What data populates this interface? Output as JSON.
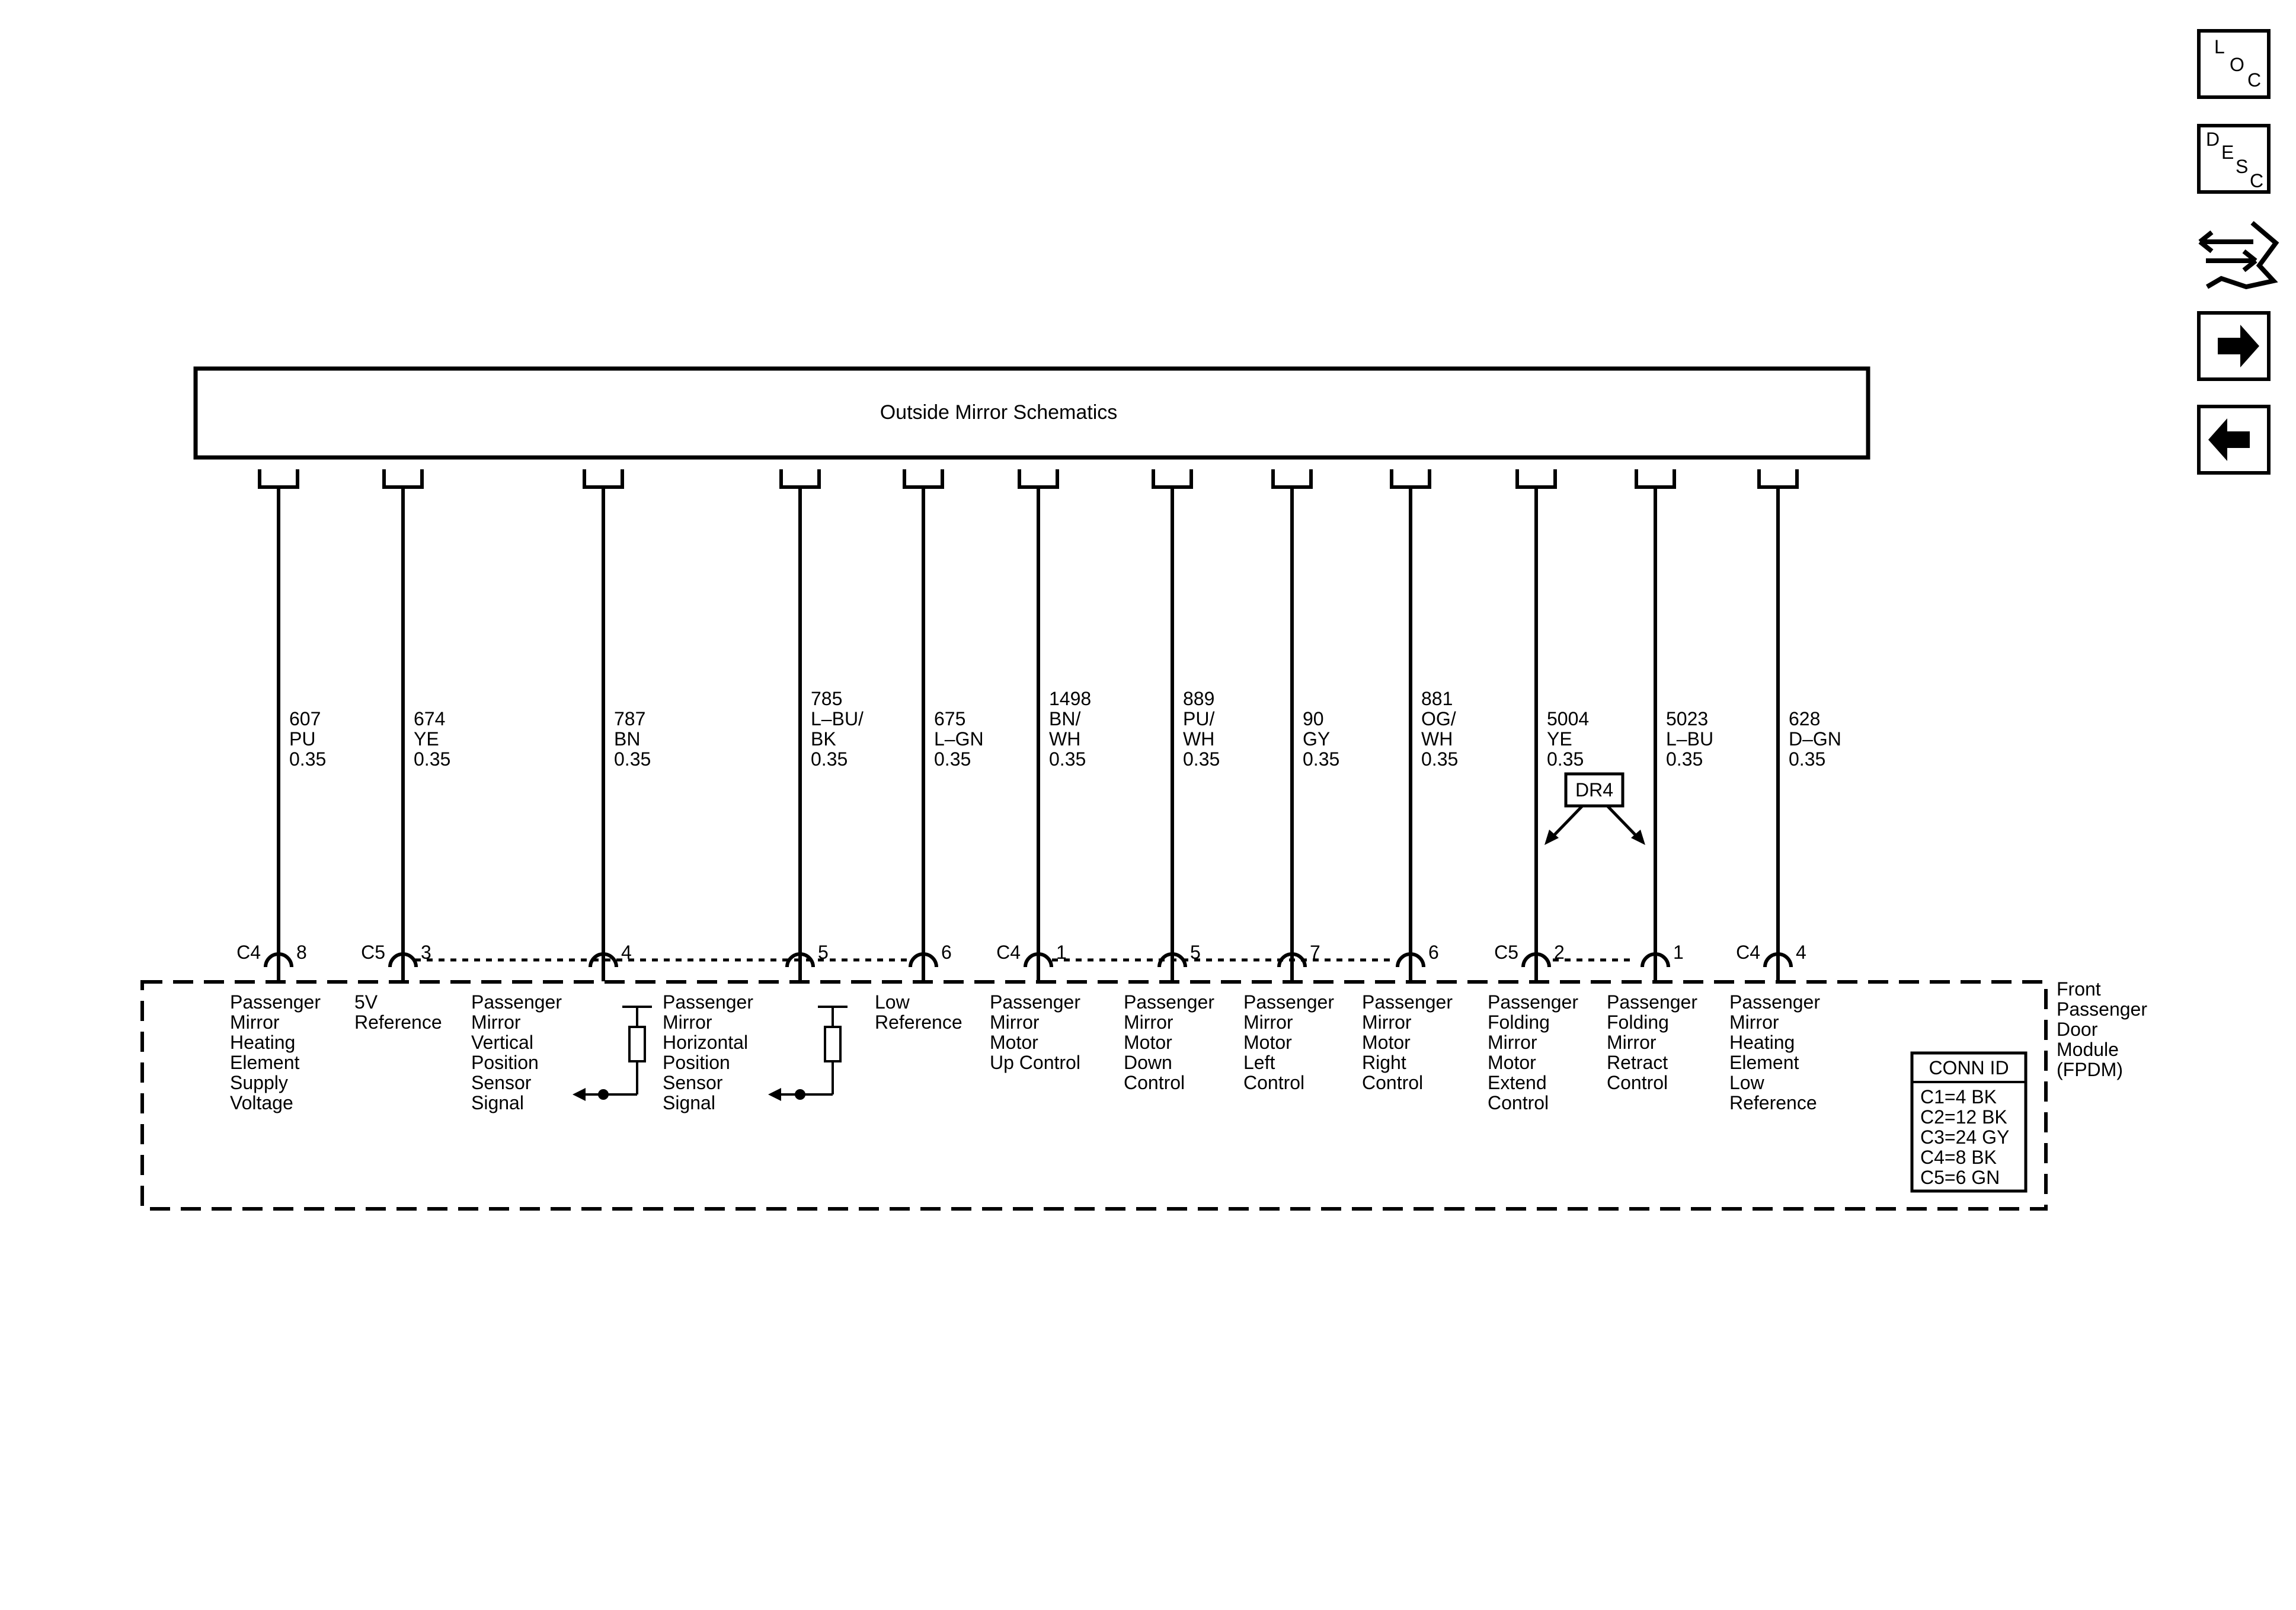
{
  "component": {
    "title": "Outside Mirror Schematics"
  },
  "module": {
    "name_lines": [
      "Front",
      "Passenger",
      "Door",
      "Module",
      "(FPDM)"
    ]
  },
  "conn_table": {
    "title": "CONN ID",
    "rows": [
      "C1=4 BK",
      "C2=12 BK",
      "C3=24 GY",
      "C4=8 BK",
      "C5=6 GN"
    ]
  },
  "option_code": "DR4",
  "nav": {
    "loc_letters": [
      "L",
      "O",
      "C"
    ],
    "desc_letters": [
      "D",
      "E",
      "S",
      "C"
    ],
    "icons": [
      "loc-icon",
      "desc-icon",
      "connector-pinout-icon",
      "next-arrow-icon",
      "previous-arrow-icon"
    ]
  },
  "circuits": [
    {
      "circuit": "607",
      "color_lines": [
        "PU"
      ],
      "gauge": "0.35",
      "connector": "C4",
      "pin": "8",
      "function_lines": [
        "Passenger",
        "Mirror",
        "Heating",
        "Element",
        "Supply",
        "Voltage"
      ]
    },
    {
      "circuit": "674",
      "color_lines": [
        "YE"
      ],
      "gauge": "0.35",
      "connector": "C5",
      "pin": "3",
      "function_lines": [
        "5V",
        "Reference"
      ]
    },
    {
      "circuit": "787",
      "color_lines": [
        "BN"
      ],
      "gauge": "0.35",
      "connector": "",
      "pin": "4",
      "function_lines": [
        "Passenger",
        "Mirror",
        "Vertical",
        "Position",
        "Sensor",
        "Signal"
      ]
    },
    {
      "circuit": "785",
      "color_lines": [
        "L–BU/",
        "BK"
      ],
      "gauge": "0.35",
      "connector": "",
      "pin": "5",
      "function_lines": [
        "Passenger",
        "Mirror",
        "Horizontal",
        "Position",
        "Sensor",
        "Signal"
      ]
    },
    {
      "circuit": "675",
      "color_lines": [
        "L–GN"
      ],
      "gauge": "0.35",
      "connector": "",
      "pin": "6",
      "function_lines": [
        "Low",
        "Reference"
      ]
    },
    {
      "circuit": "1498",
      "color_lines": [
        "BN/",
        "WH"
      ],
      "gauge": "0.35",
      "connector": "C4",
      "pin": "1",
      "function_lines": [
        "Passenger",
        "Mirror",
        "Motor",
        "Up Control"
      ]
    },
    {
      "circuit": "889",
      "color_lines": [
        "PU/",
        "WH"
      ],
      "gauge": "0.35",
      "connector": "",
      "pin": "5",
      "function_lines": [
        "Passenger",
        "Mirror",
        "Motor",
        "Down",
        "Control"
      ]
    },
    {
      "circuit": "90",
      "color_lines": [
        "GY"
      ],
      "gauge": "0.35",
      "connector": "",
      "pin": "7",
      "function_lines": [
        "Passenger",
        "Mirror",
        "Motor",
        "Left",
        "Control"
      ]
    },
    {
      "circuit": "881",
      "color_lines": [
        "OG/",
        "WH"
      ],
      "gauge": "0.35",
      "connector": "",
      "pin": "6",
      "function_lines": [
        "Passenger",
        "Mirror",
        "Motor",
        "Right",
        "Control"
      ]
    },
    {
      "circuit": "5004",
      "color_lines": [
        "YE"
      ],
      "gauge": "0.35",
      "connector": "C5",
      "pin": "2",
      "function_lines": [
        "Passenger",
        "Folding",
        "Mirror",
        "Motor",
        "Extend",
        "Control"
      ]
    },
    {
      "circuit": "5023",
      "color_lines": [
        "L–BU"
      ],
      "gauge": "0.35",
      "connector": "",
      "pin": "1",
      "function_lines": [
        "Passenger",
        "Folding",
        "Mirror",
        "Retract",
        "Control"
      ]
    },
    {
      "circuit": "628",
      "color_lines": [
        "D–GN"
      ],
      "gauge": "0.35",
      "connector": "C4",
      "pin": "4",
      "function_lines": [
        "Passenger",
        "Mirror",
        "Heating",
        "Element",
        "Low",
        "Reference"
      ]
    }
  ]
}
